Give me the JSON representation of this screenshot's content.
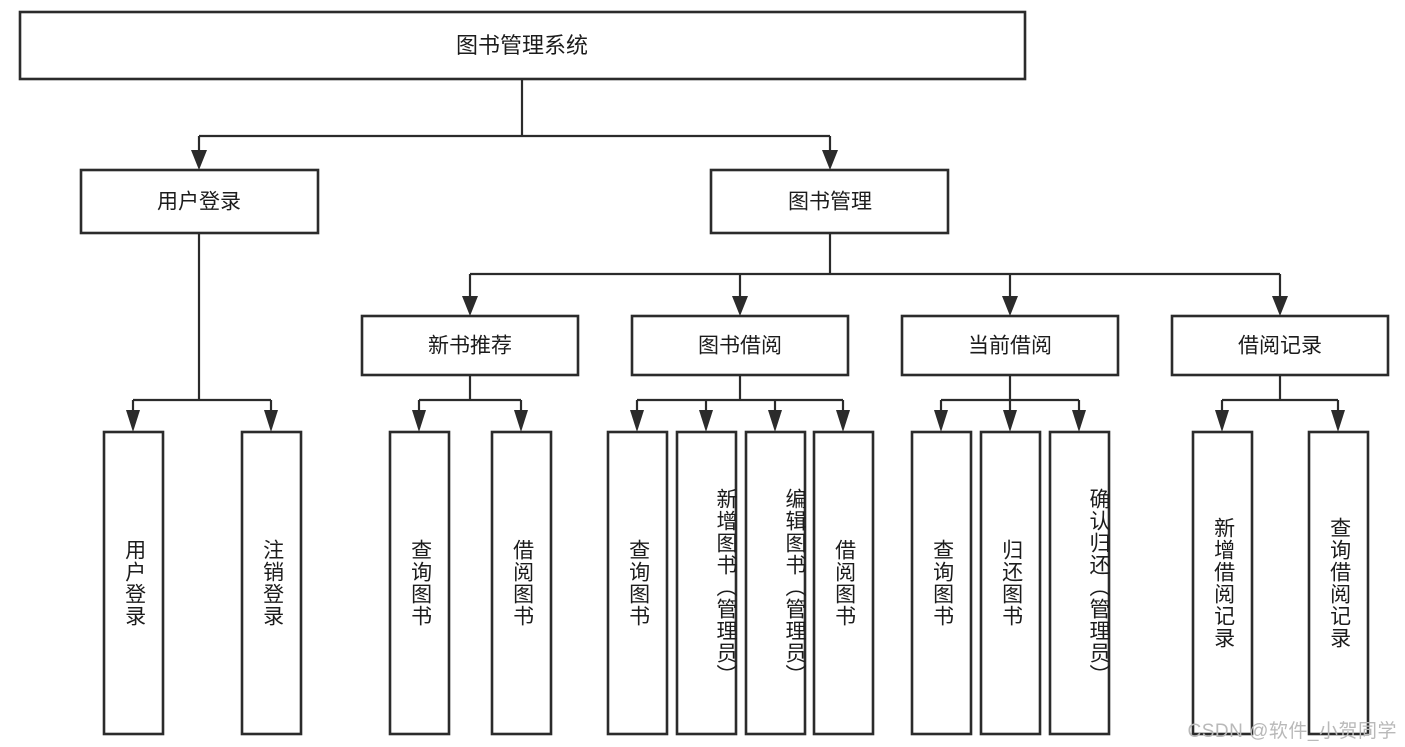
{
  "diagram": {
    "type": "tree-hierarchy-chart",
    "title": "图书管理系统",
    "background_color": "#ffffff",
    "box_stroke_color": "#2b2b2b",
    "box_fill_color": "#ffffff",
    "text_color": "#1c1c1c",
    "root": {
      "label": "图书管理系统"
    },
    "level1": [
      {
        "label": "用户登录"
      },
      {
        "label": "图书管理"
      }
    ],
    "level2": [
      {
        "label": "新书推荐"
      },
      {
        "label": "图书借阅"
      },
      {
        "label": "当前借阅"
      },
      {
        "label": "借阅记录"
      }
    ],
    "leaves": {
      "user_login": [
        {
          "label": "用户登录"
        },
        {
          "label": "注销登录"
        }
      ],
      "new_book_recommend": [
        {
          "label": "查询图书"
        },
        {
          "label": "借阅图书"
        }
      ],
      "book_borrow": [
        {
          "label": "查询图书"
        },
        {
          "label": "新增图书（管理员）"
        },
        {
          "label": "编辑图书（管理员）"
        },
        {
          "label": "借阅图书"
        }
      ],
      "current_borrow": [
        {
          "label": "查询图书"
        },
        {
          "label": "归还图书"
        },
        {
          "label": "确认归还（管理员）"
        }
      ],
      "borrow_record": [
        {
          "label": "新增借阅记录"
        },
        {
          "label": "查询借阅记录"
        }
      ]
    }
  },
  "watermark": {
    "text": "CSDN @软件_小贺同学",
    "color": "#b9b9b9"
  }
}
